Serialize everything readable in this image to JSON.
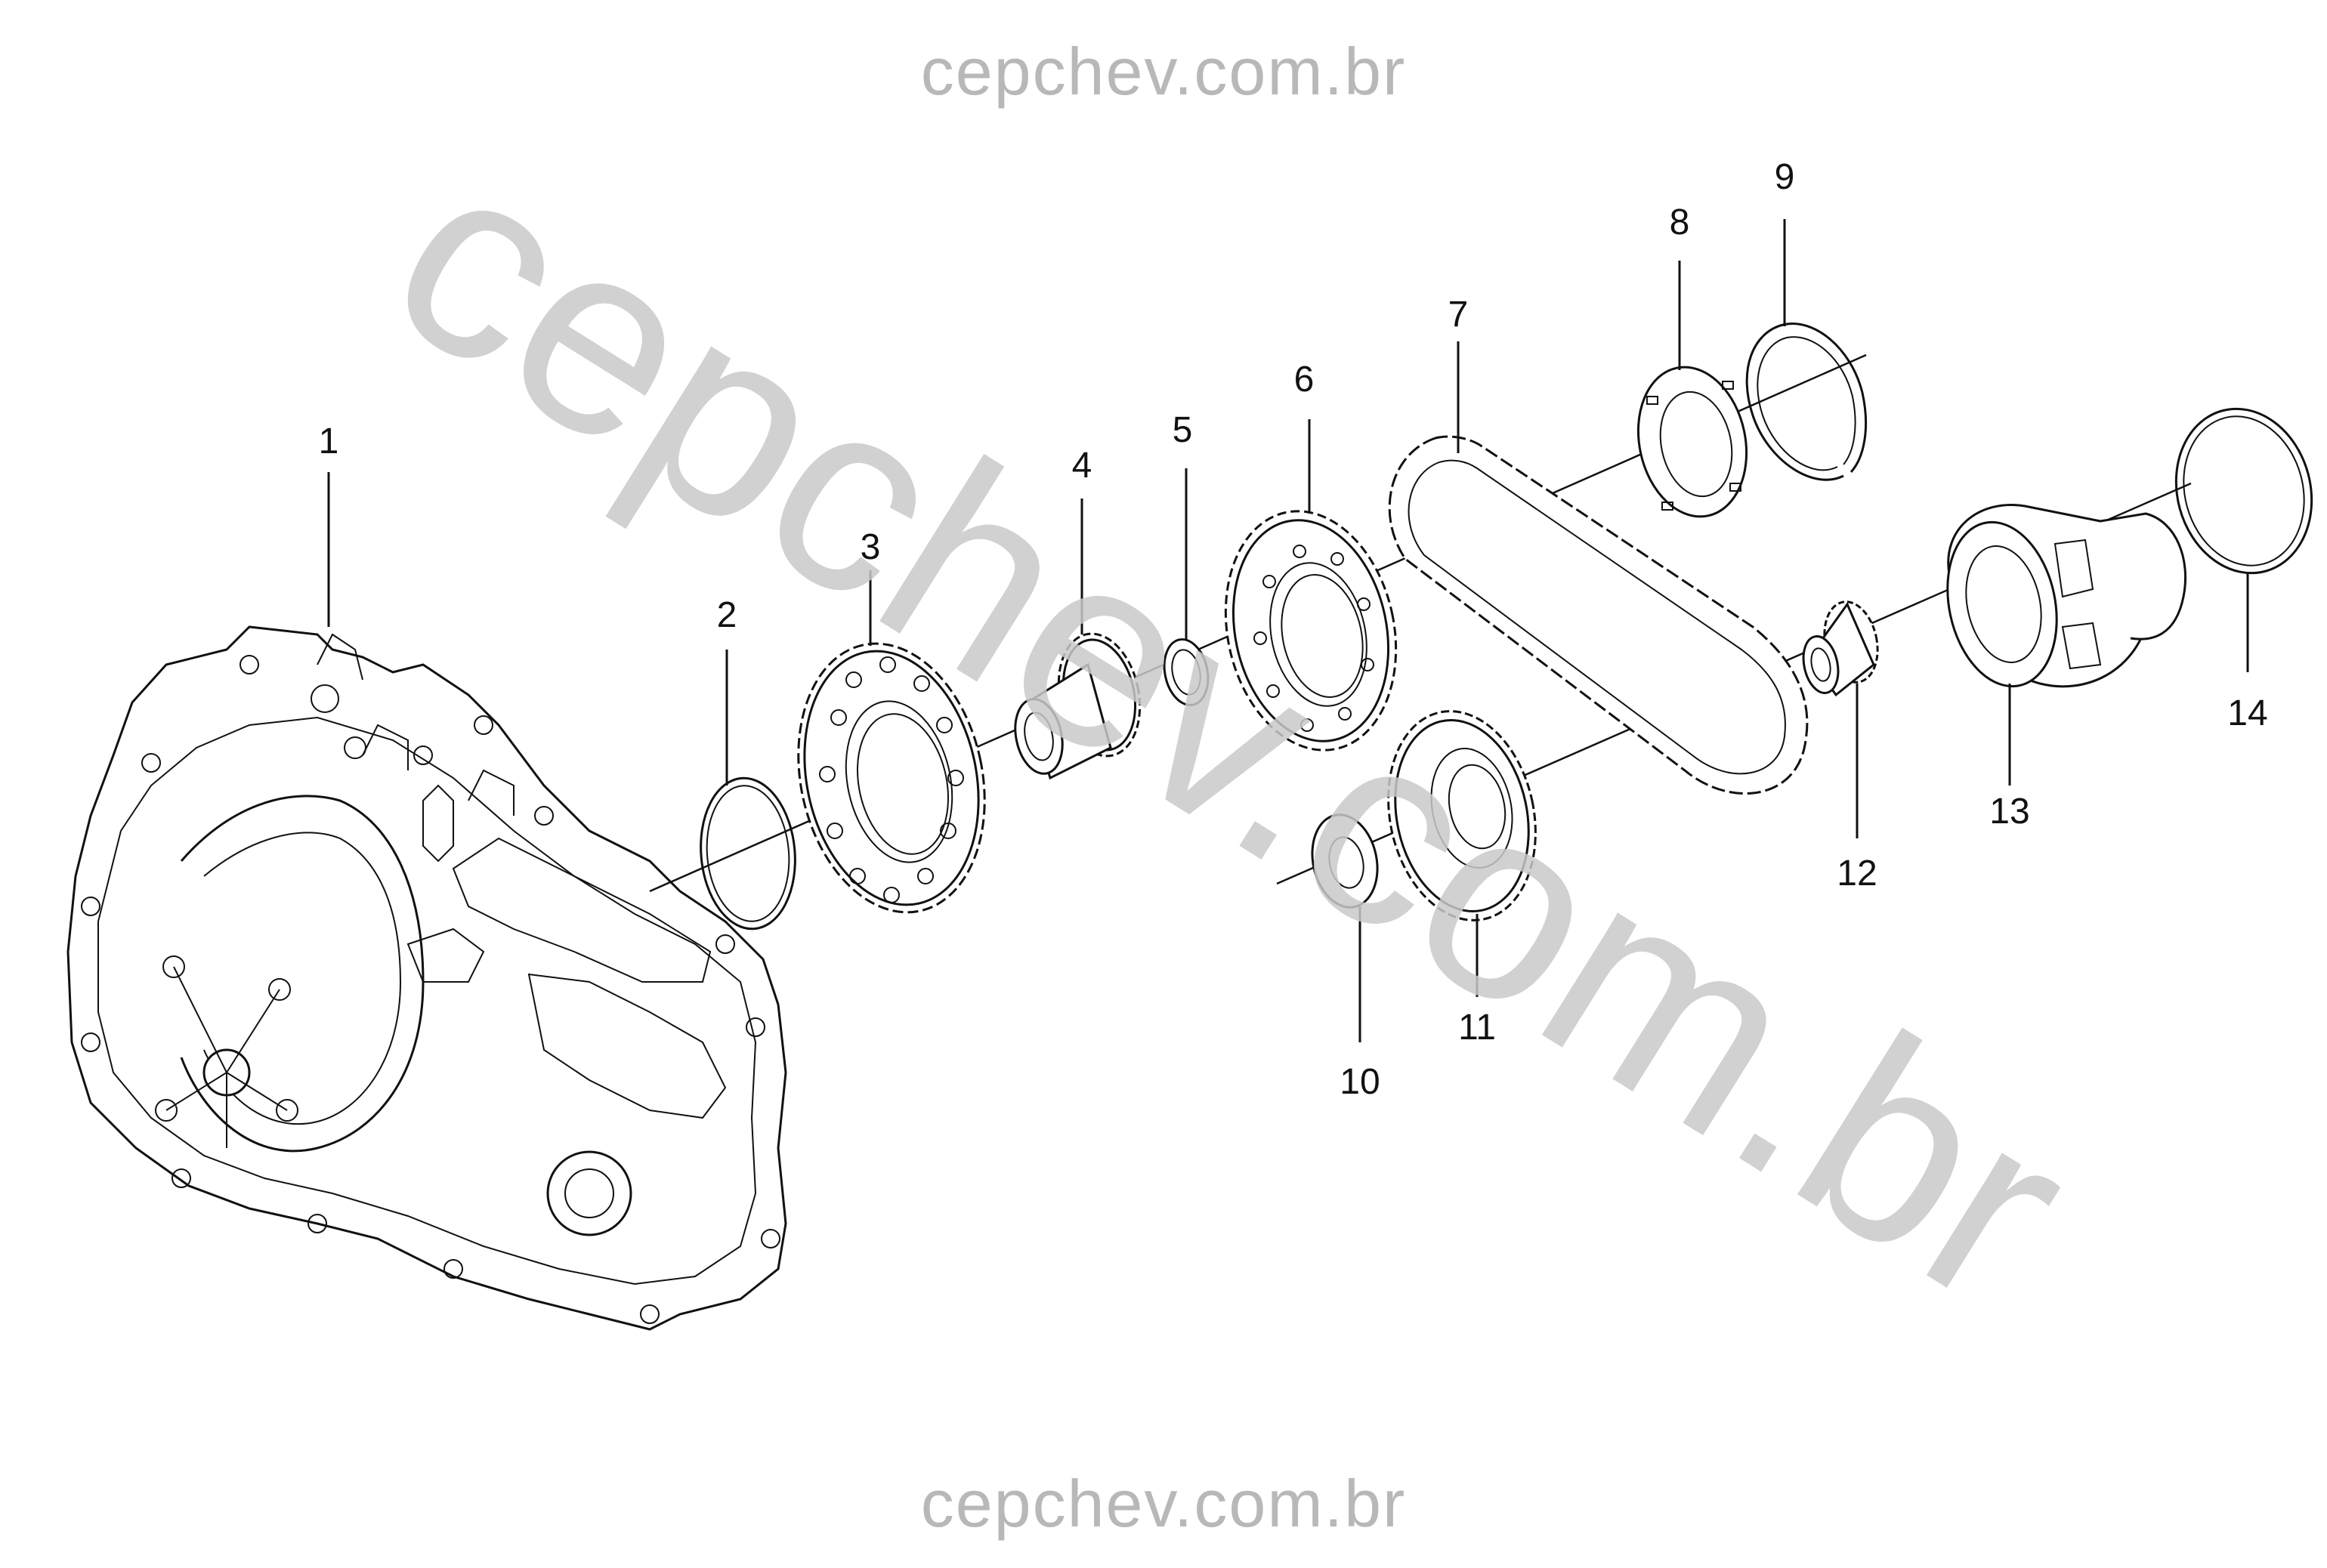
{
  "watermark": {
    "top": "cepchev.com.br",
    "bottom": "cepchev.com.br",
    "diagonal": "cepchev.com.br",
    "color": "#b8b8b8"
  },
  "diagram": {
    "callouts": [
      "1",
      "2",
      "3",
      "4",
      "5",
      "6",
      "7",
      "8",
      "9",
      "10",
      "11",
      "12",
      "13",
      "14"
    ]
  }
}
